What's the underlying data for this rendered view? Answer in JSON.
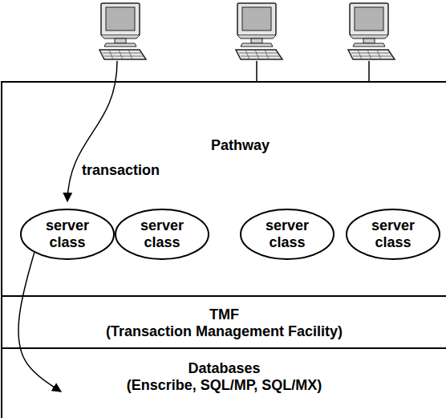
{
  "diagram": {
    "nodes": [
      {
        "text": [
          "Pathway"
        ]
      },
      {
        "text": [
          "server class"
        ],
        "in": 0
      },
      {
        "text": [
          "server class"
        ],
        "in": 0
      },
      {
        "text": [
          "server class"
        ],
        "in": 0
      },
      {
        "text": [
          "server class"
        ],
        "in": 0
      },
      {
        "text": [
          "TMF",
          "(Transaction Management Facility)"
        ]
      },
      {
        "text": [
          "Databases",
          "(Enscribe, SQL/MP, SQL/MX)"
        ]
      }
    ],
    "edges": [
      {
        "from": 1,
        "to": 6,
        "arrow": "to"
      }
    ],
    "labels": [
      "transaction"
    ]
  }
}
